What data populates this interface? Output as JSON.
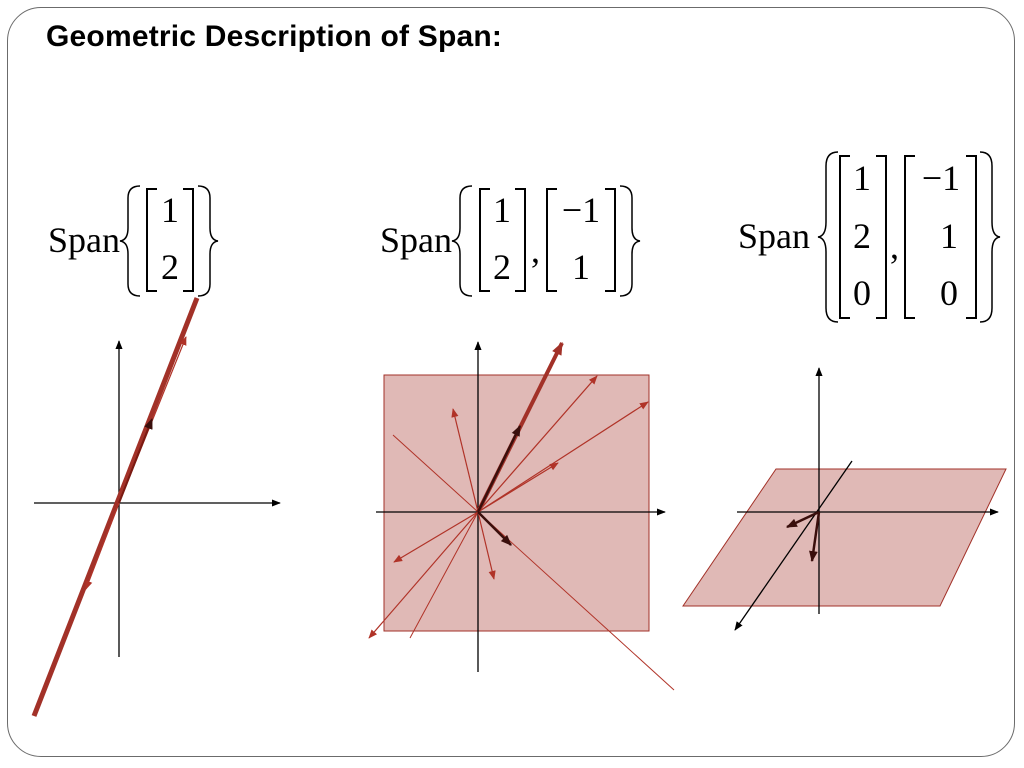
{
  "slide": {
    "title": "Geometric Description of Span:"
  },
  "span_label": "Span",
  "expr1": {
    "v1": [
      "1",
      "2"
    ]
  },
  "expr2": {
    "v1": [
      "1",
      "2"
    ],
    "v2": [
      "−1",
      "1"
    ]
  },
  "expr3": {
    "v1": [
      "1",
      "2",
      "0"
    ],
    "v2": [
      "−1",
      "1",
      "0"
    ]
  },
  "colors": {
    "line_dark": "#a23128",
    "arrow": "#b03328",
    "fill": "#e0b9b6",
    "fill_stroke": "#a23128",
    "axis": "#000000"
  }
}
